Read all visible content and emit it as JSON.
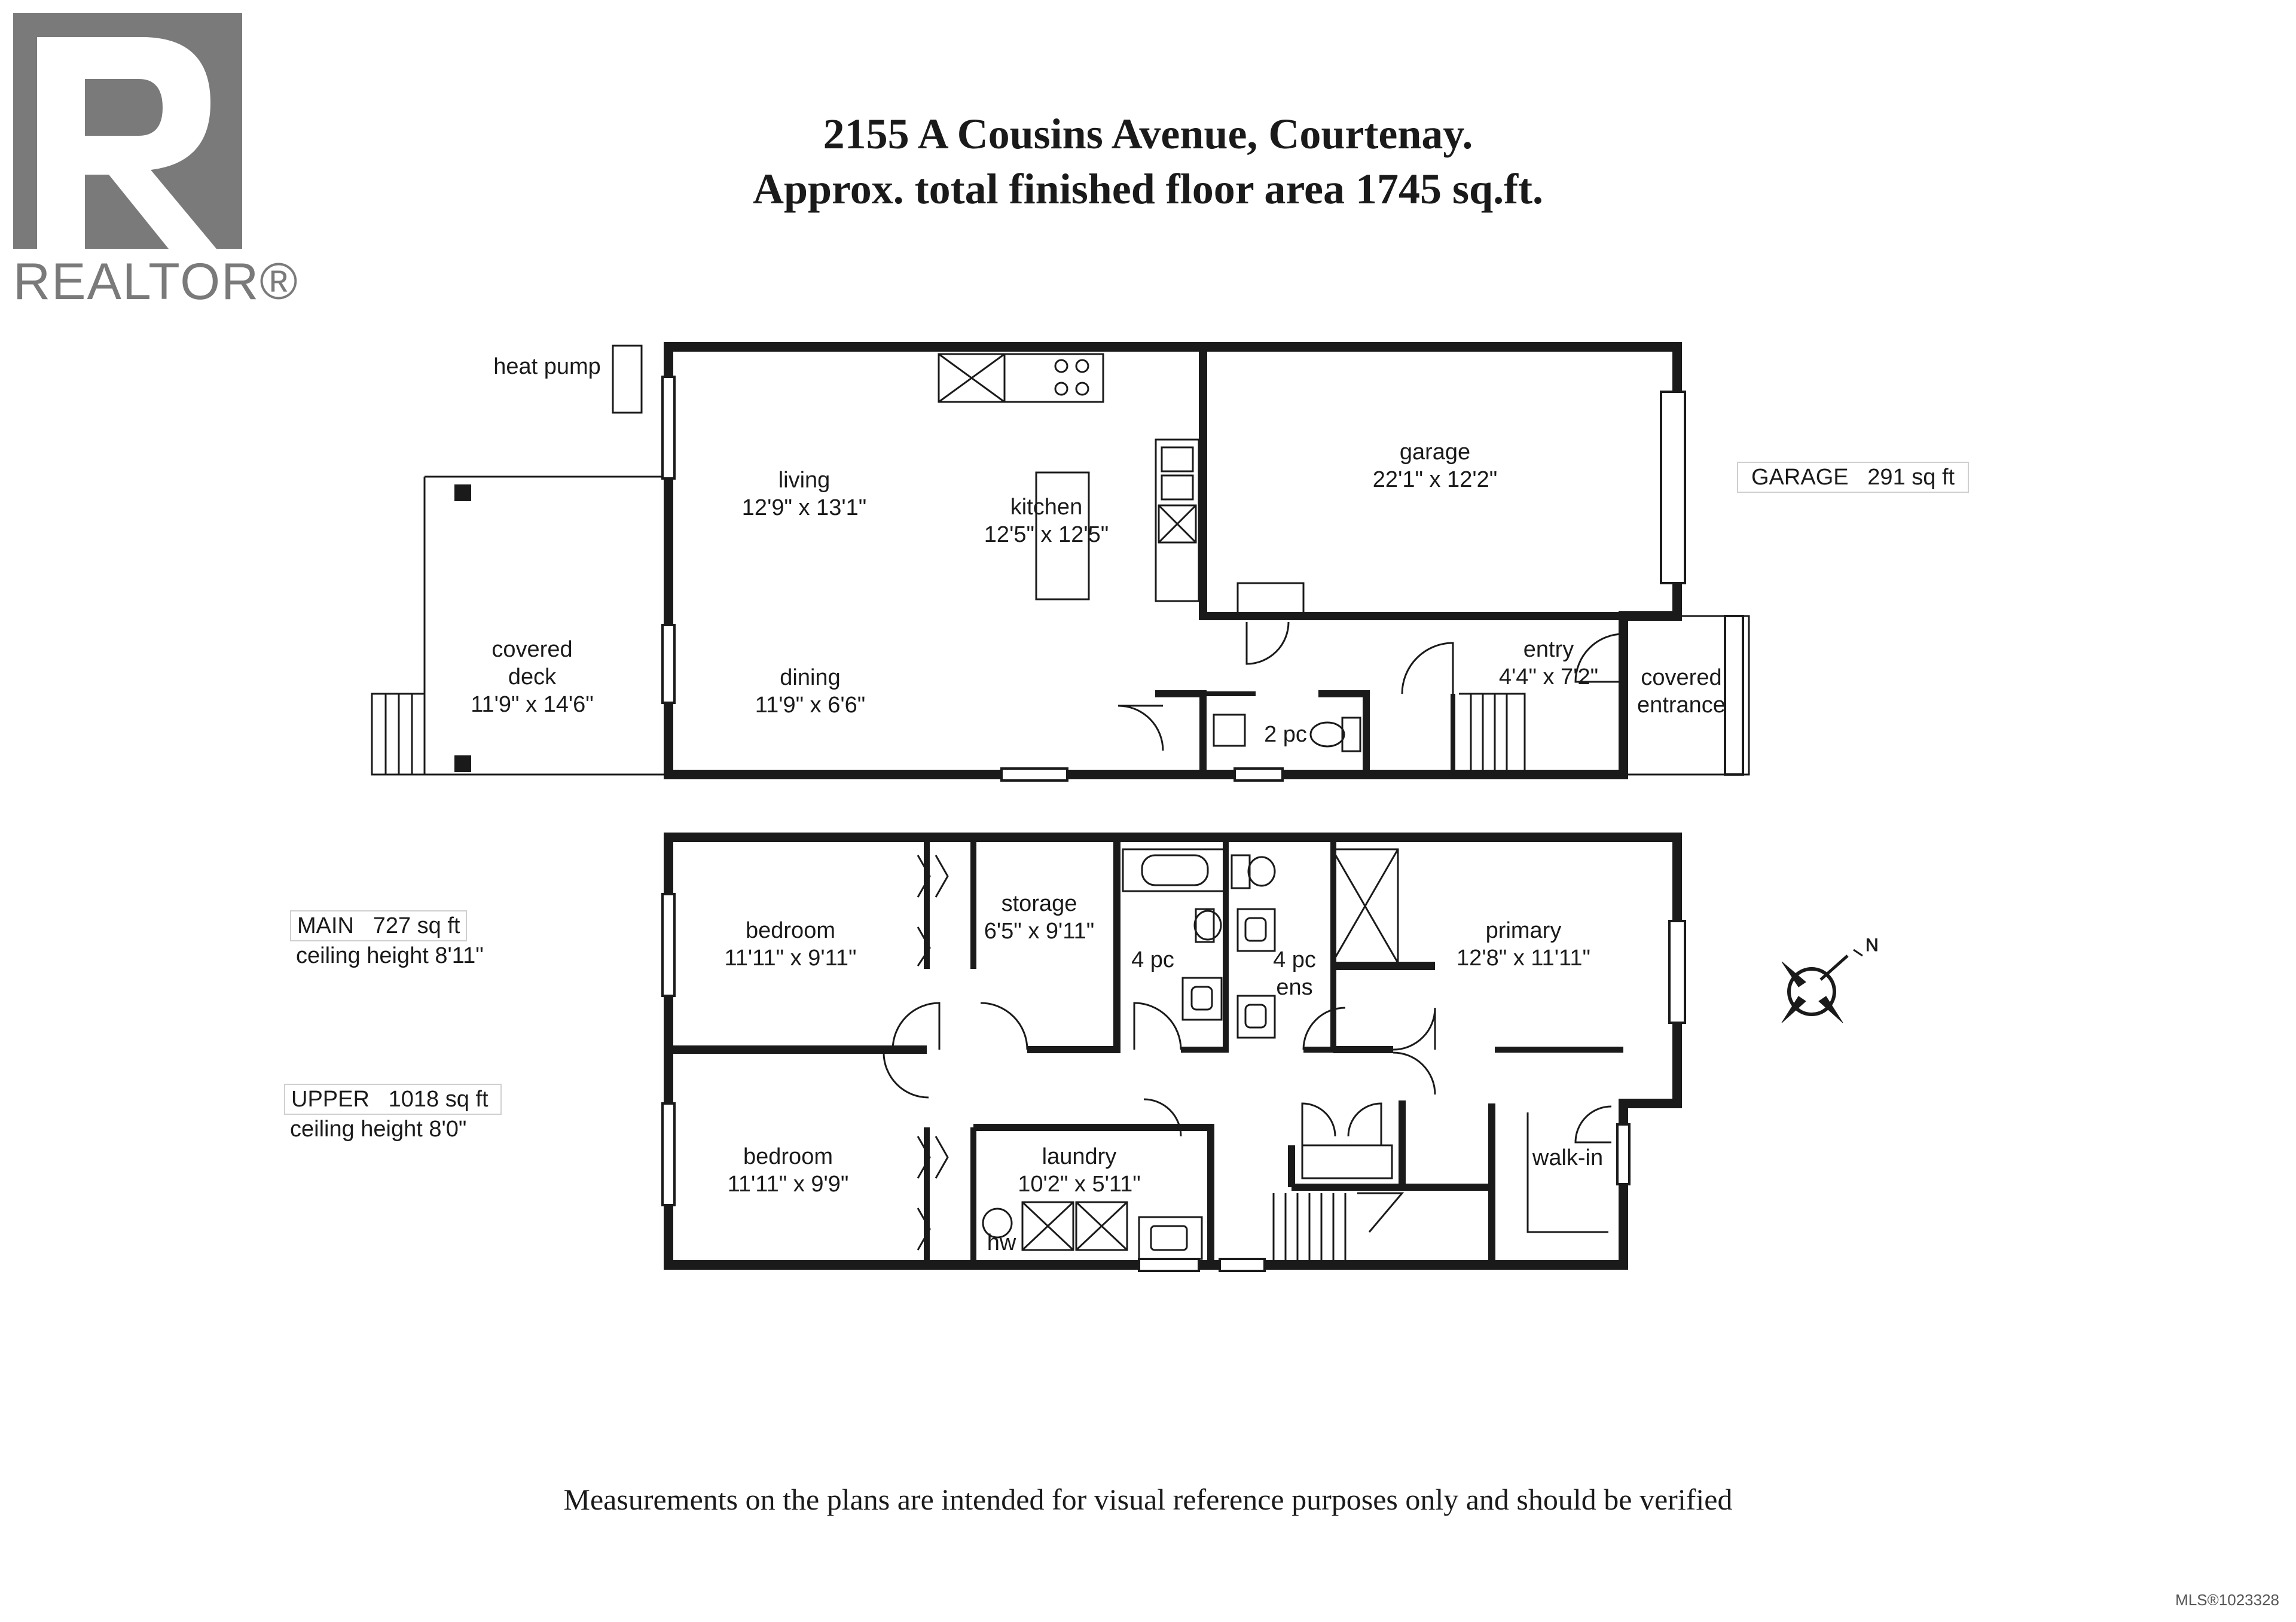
{
  "brand": {
    "logo_text": "REALTOR®",
    "logo_color": "#7a7a7a"
  },
  "header": {
    "address": "2155 A Cousins Avenue, Courtenay.",
    "area_line": "Approx. total finished floor area 1745 sq.ft."
  },
  "main_floor": {
    "rooms": [
      {
        "id": "heat-pump",
        "lines": [
          "heat pump"
        ]
      },
      {
        "id": "living",
        "lines": [
          "living",
          "12'9\" x 13'1\""
        ]
      },
      {
        "id": "kitchen",
        "lines": [
          "kitchen",
          "12'5\" x 12'5\""
        ]
      },
      {
        "id": "garage",
        "lines": [
          "garage",
          "22'1\" x 12'2\""
        ]
      },
      {
        "id": "covered-deck",
        "lines": [
          "covered",
          "deck",
          "11'9\" x 14'6\""
        ]
      },
      {
        "id": "dining",
        "lines": [
          "dining",
          "11'9\" x 6'6\""
        ]
      },
      {
        "id": "2pc",
        "lines": [
          "2 pc"
        ]
      },
      {
        "id": "entry",
        "lines": [
          "entry",
          "4'4\" x 7'2\""
        ]
      },
      {
        "id": "covered-entrance",
        "lines": [
          "covered",
          "entrance"
        ]
      }
    ]
  },
  "upper_floor": {
    "rooms": [
      {
        "id": "bedroom-1",
        "lines": [
          "bedroom",
          "11'11\" x 9'11\""
        ]
      },
      {
        "id": "storage",
        "lines": [
          "storage",
          "6'5\" x 9'11\""
        ]
      },
      {
        "id": "4pc",
        "lines": [
          "4 pc"
        ]
      },
      {
        "id": "4pc-ens",
        "lines": [
          "4 pc",
          "ens"
        ]
      },
      {
        "id": "primary",
        "lines": [
          "primary",
          "12'8\" x 11'11\""
        ]
      },
      {
        "id": "bedroom-2",
        "lines": [
          "bedroom",
          "11'11\" x 9'9\""
        ]
      },
      {
        "id": "laundry",
        "lines": [
          "laundry",
          "10'2\" x 5'11\""
        ]
      },
      {
        "id": "hw",
        "lines": [
          "hw"
        ]
      },
      {
        "id": "walk-in",
        "lines": [
          "walk-in"
        ]
      }
    ]
  },
  "area_boxes": {
    "garage": {
      "label": "GARAGE",
      "area": "291 sq ft"
    },
    "main": {
      "label": "MAIN",
      "area": "727 sq ft",
      "ceiling": "ceiling height 8'11\""
    },
    "upper": {
      "label": "UPPER",
      "area": "1018 sq ft",
      "ceiling": "ceiling height 8'0\""
    }
  },
  "compass": {
    "north_label": "N"
  },
  "footer": {
    "disclaimer": "Measurements on the plans are intended for visual reference purposes only and should be verified",
    "mls": "MLS®1023328"
  }
}
